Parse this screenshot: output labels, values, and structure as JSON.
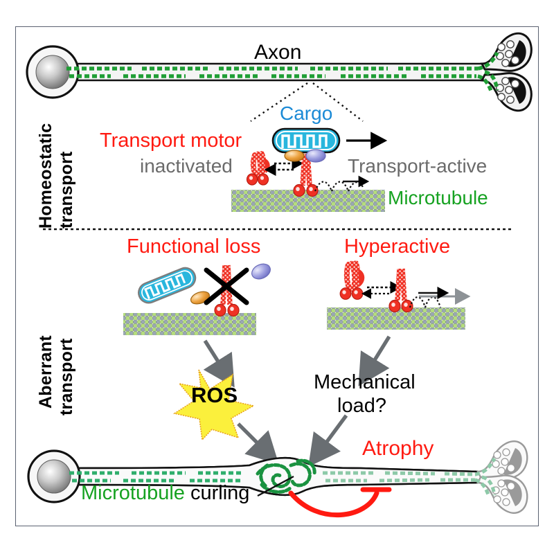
{
  "figure": {
    "title_visible": false,
    "border_color": "#5a6170",
    "background": "#ffffff"
  },
  "panels": {
    "top": {
      "side_label": "Homeostatic\ntransport",
      "side_label_line1": "Homeostatic",
      "side_label_line2": "transport"
    },
    "bottom": {
      "side_label_line1": "Aberrant",
      "side_label_line2": "transport"
    }
  },
  "labels": {
    "axon": "Axon",
    "cargo": "Cargo",
    "transport_motor": "Transport motor",
    "inactivated": "inactivated",
    "transport_active": "Transport-active",
    "microtubule_top": "Microtubule",
    "functional_loss": "Functional loss",
    "hyperactive": "Hyperactive",
    "ros": "ROS",
    "mechanical_load_line1": "Mechanical",
    "mechanical_load_line2": "load?",
    "atrophy": "Atrophy",
    "microtubule_curling_green": "Microtubule",
    "microtubule_curling_black": "curling"
  },
  "colors": {
    "red_accent": "#ff1a11",
    "gray_text": "#6b6b6b",
    "blue_cargo": "#1b8ad6",
    "green_microtubule": "#16a221",
    "teal_dark": "#1d5b66",
    "ros_yellow": "#fbf03c",
    "ros_outline": "#e8a11a",
    "arrow_gray": "#696e72",
    "motor_red": "#ef3124",
    "mito_cyan": "#29b6dd",
    "adaptor_orange": "#e8963a",
    "adaptor_purple": "#9a9ad8",
    "mt_bead_green": "#b5dd7e",
    "mt_bead_gray": "#9aa7b3",
    "axon_green": "#1f9e35",
    "faded_green": "#8dc9a8",
    "faded_gray": "#9a9a9a"
  },
  "icons": {
    "soma": "neuron-soma-icon",
    "nmj": "neuromuscular-junction-icon",
    "mitochondrion": "mitochondrion-icon",
    "vesicle": "vesicle-icon",
    "lysosome": "lysosome-icon",
    "motor": "kinesin-motor-icon",
    "star": "ros-star-icon",
    "x_mark": "cross-out-icon",
    "inhibition": "inhibition-arrow-icon"
  },
  "chart_data": {
    "type": "diagram",
    "title": "Axonal transport homeostasis and aberrant transport leading to atrophy",
    "sections": [
      {
        "name": "Homeostatic transport",
        "elements": [
          "Axon",
          "Cargo",
          "Transport motor",
          "inactivated",
          "Transport-active",
          "Microtubule"
        ]
      },
      {
        "name": "Aberrant transport",
        "elements": [
          "Functional loss",
          "Hyperactive",
          "ROS",
          "Mechanical load?",
          "Atrophy",
          "Microtubule curling"
        ]
      }
    ],
    "flows": [
      {
        "from": "Functional loss",
        "to": "ROS"
      },
      {
        "from": "ROS",
        "to": "Atrophic neuron"
      },
      {
        "from": "Hyperactive",
        "to": "Mechanical load?"
      },
      {
        "from": "Mechanical load?",
        "to": "Atrophic neuron"
      },
      {
        "from": "Microtubule curling",
        "to": "Atrophy",
        "relation": "inhibition"
      }
    ]
  }
}
